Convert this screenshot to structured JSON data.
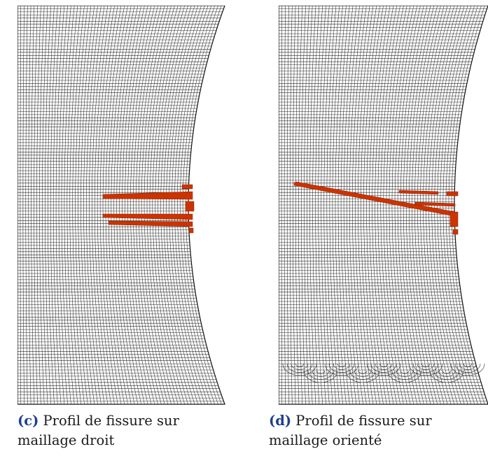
{
  "figures": [
    {
      "label": "(c)",
      "caption_line1": "Profil de fissure sur",
      "caption_line2": "maillage droit",
      "mesh": "straight",
      "crack_color": "#cc3300",
      "mesh_color": "#2b2b2b"
    },
    {
      "label": "(d)",
      "caption_line1": "Profil de fissure sur",
      "caption_line2": "maillage orienté",
      "mesh": "oriented",
      "crack_color": "#cc3300",
      "mesh_color": "#2b2b2b"
    }
  ]
}
